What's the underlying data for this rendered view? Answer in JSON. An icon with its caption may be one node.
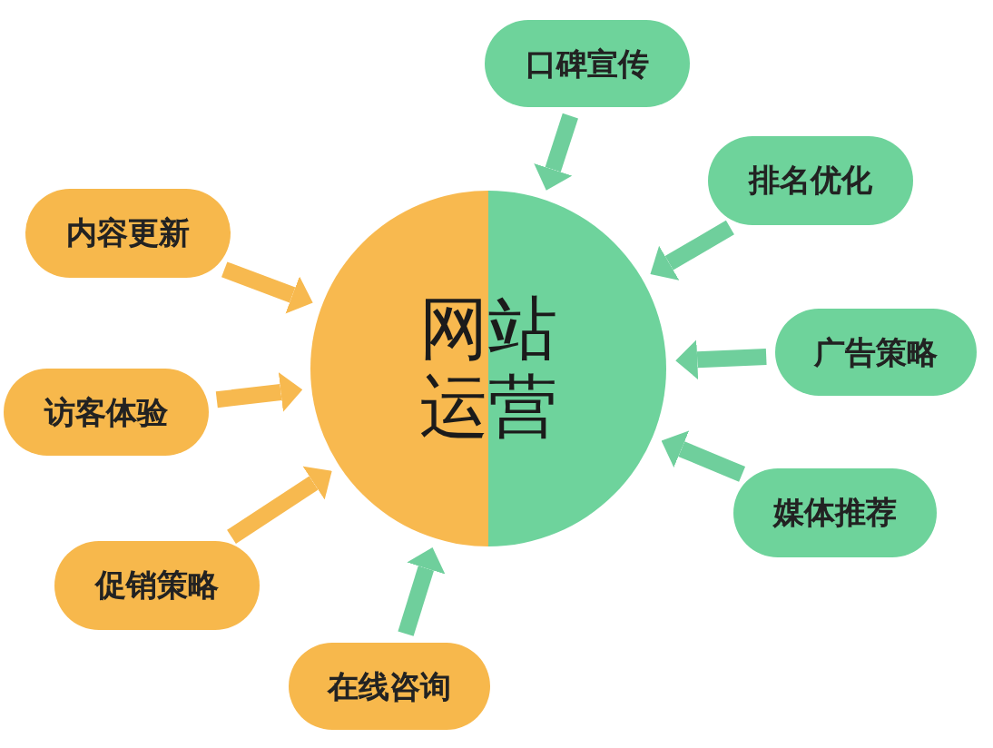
{
  "diagram": {
    "nodes": [
      {
        "text": [
          "口碑宣传"
        ]
      },
      {
        "text": [
          "排名优化"
        ]
      },
      {
        "text": [
          "内容更新"
        ]
      },
      {
        "text": [
          "网站运营"
        ]
      },
      {
        "text": [
          "广告策略"
        ]
      },
      {
        "text": [
          "访客体验"
        ]
      },
      {
        "text": [
          "媒体推荐"
        ]
      },
      {
        "text": [
          "促销策略"
        ]
      },
      {
        "text": [
          "在线咨询"
        ]
      }
    ],
    "edges": [
      {
        "from": 0,
        "to": 3,
        "arrow": "to"
      },
      {
        "from": 1,
        "to": 3,
        "arrow": "to"
      },
      {
        "from": 2,
        "to": 3,
        "arrow": "to",
        "color": "#f7b94f"
      },
      {
        "from": 4,
        "to": 3,
        "arrow": "to"
      },
      {
        "from": 5,
        "to": 3,
        "arrow": "to",
        "color": "#f7b94f"
      },
      {
        "from": 6,
        "to": 3,
        "arrow": "to"
      },
      {
        "from": 7,
        "to": 3,
        "arrow": "to",
        "color": "#f7b94f"
      },
      {
        "from": 8,
        "to": 3,
        "arrow": "to"
      }
    ]
  }
}
